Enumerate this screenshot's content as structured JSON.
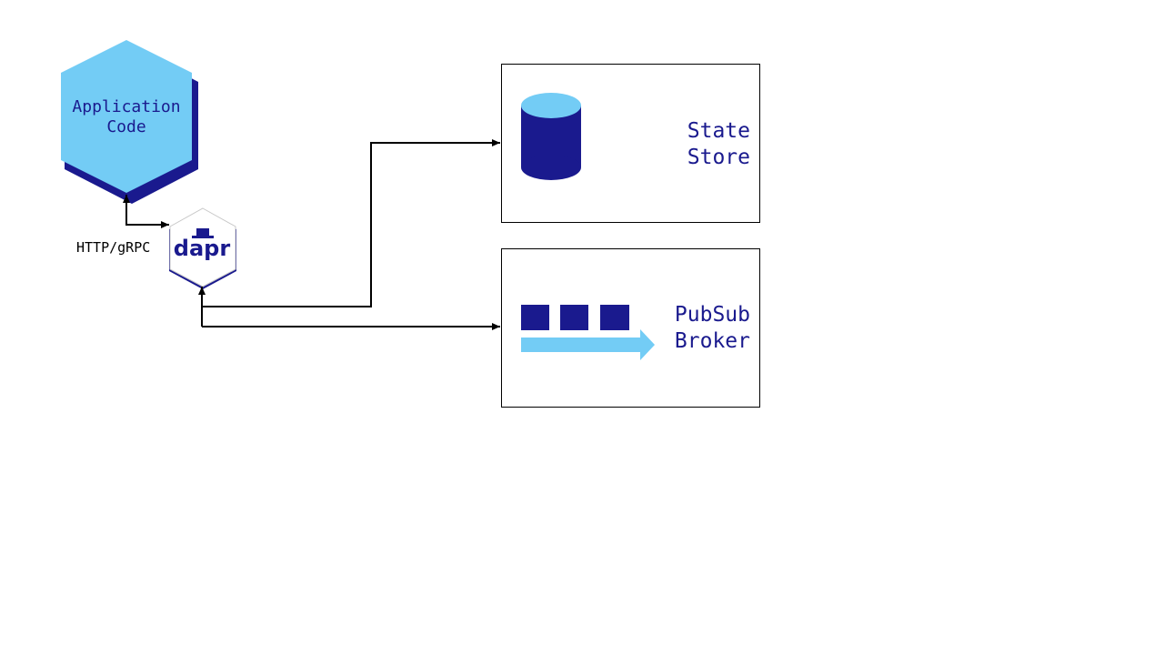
{
  "app_node": {
    "line1": "Application",
    "line2": "Code"
  },
  "protocol_label": "HTTP/gRPC",
  "sidecar": {
    "logo_text": "dapr"
  },
  "state_store": {
    "line1": "State",
    "line2": "Store"
  },
  "pubsub": {
    "line1": "PubSub",
    "line2": "Broker"
  },
  "colors": {
    "light_blue": "#73CCF5",
    "dark_blue": "#1A1A8E",
    "line": "#000000"
  }
}
